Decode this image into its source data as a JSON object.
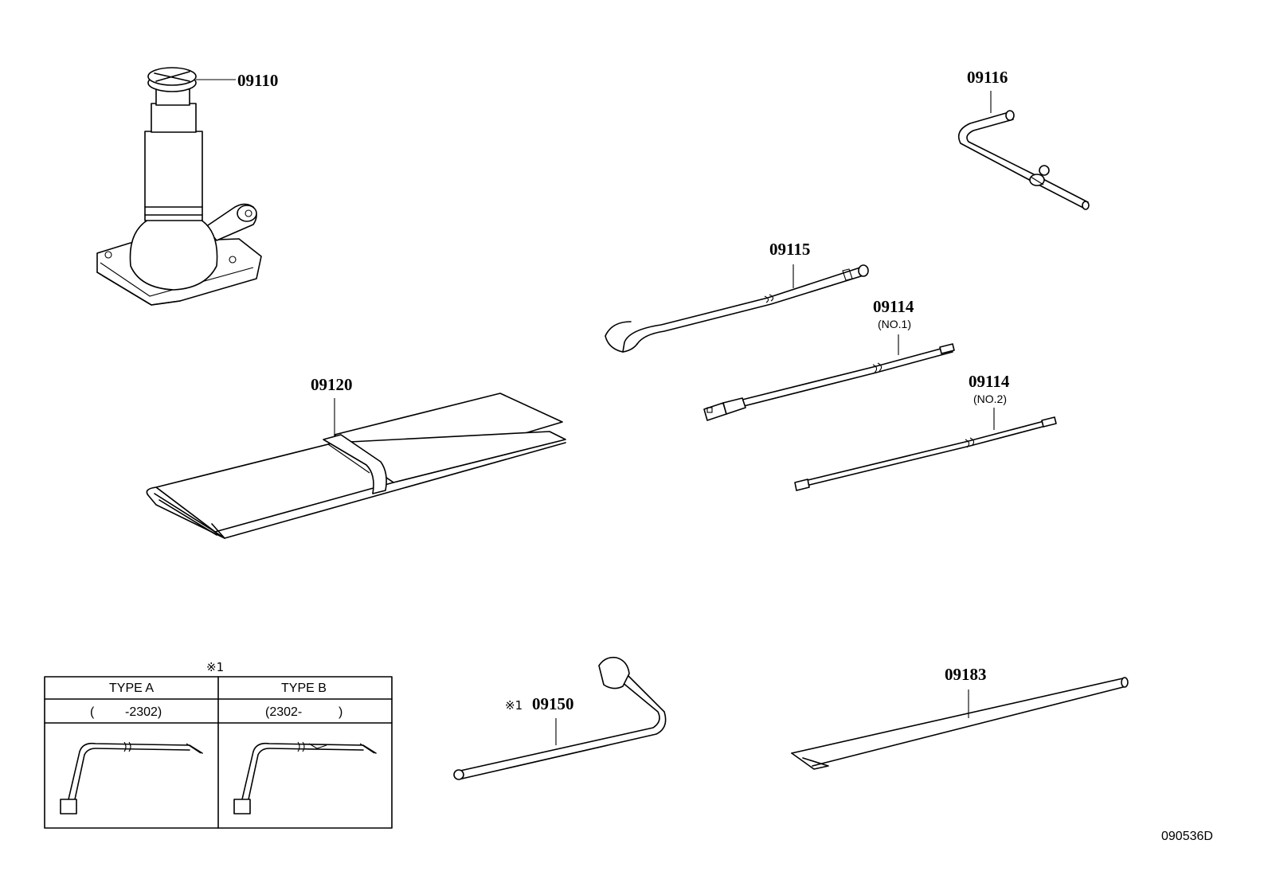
{
  "parts": {
    "p09110": "09110",
    "p09116": "09116",
    "p09115": "09115",
    "p09114_no1": "09114",
    "p09114_no1_note": "(NO.1)",
    "p09114_no2": "09114",
    "p09114_no2_note": "(NO.2)",
    "p09120": "09120",
    "p09150": "09150",
    "p09150_mark": "※1",
    "p09183": "09183"
  },
  "type_table": {
    "mark": "※1",
    "col_a_header": "TYPE A",
    "col_b_header": "TYPE B",
    "col_a_range_open": "(",
    "col_a_range_value": "-2302)",
    "col_b_range_value": "(2302-",
    "col_b_range_close": ")"
  },
  "figure_ref": "090536D"
}
